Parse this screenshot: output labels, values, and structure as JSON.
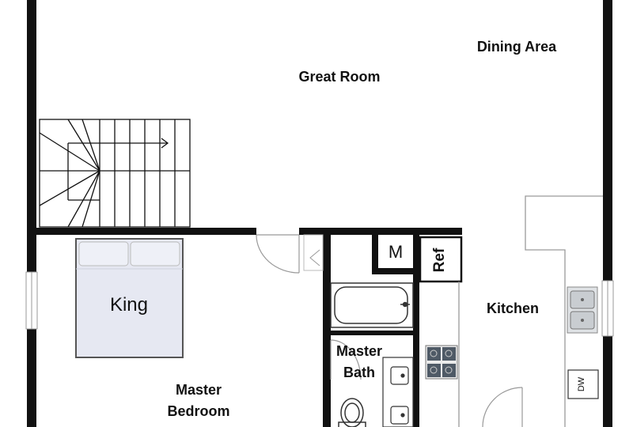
{
  "rooms": {
    "dining_area": "Dining Area",
    "great_room": "Great Room",
    "kitchen": "Kitchen",
    "master_bath_line1": "Master",
    "master_bath_line2": "Bath",
    "master_bedroom_line1": "Master",
    "master_bedroom_line2": "Bedroom"
  },
  "fixtures": {
    "bed": "King",
    "mechanical": "M",
    "refrigerator": "Ref",
    "dishwasher": "DW"
  },
  "colors": {
    "wall": "#111111",
    "bed_fill": "#e6e8f2",
    "counter_stroke": "#9a9a9a",
    "sink_fill": "#c9cdd1",
    "stove_fill": "#4f5a66"
  }
}
